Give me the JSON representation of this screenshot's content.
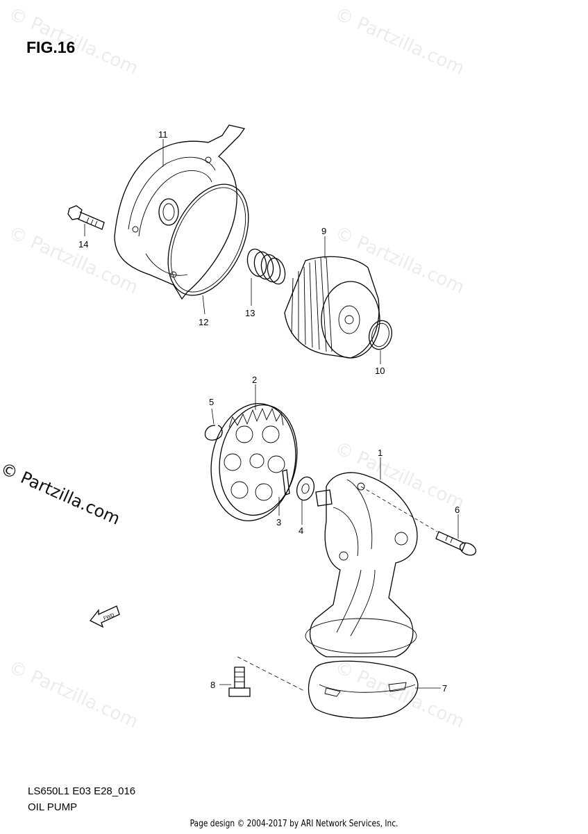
{
  "figure": {
    "title": "FIG.16",
    "code": "LS650L1 E03 E28_016",
    "name": "OIL PUMP"
  },
  "watermark": {
    "side_text": "© Partzilla.com",
    "tile_text": "© Partzilla.com"
  },
  "copyright": "Page design © 2004-2017 by ARI Network Services, Inc.",
  "fwd_arrow_label": "FWD",
  "callouts": [
    {
      "id": "1",
      "label": "1"
    },
    {
      "id": "2",
      "label": "2"
    },
    {
      "id": "3",
      "label": "3"
    },
    {
      "id": "4",
      "label": "4"
    },
    {
      "id": "5",
      "label": "5"
    },
    {
      "id": "6",
      "label": "6"
    },
    {
      "id": "7",
      "label": "7"
    },
    {
      "id": "8",
      "label": "8"
    },
    {
      "id": "9",
      "label": "9"
    },
    {
      "id": "10",
      "label": "10"
    },
    {
      "id": "11",
      "label": "11"
    },
    {
      "id": "12",
      "label": "12"
    },
    {
      "id": "13",
      "label": "13"
    },
    {
      "id": "14",
      "label": "14"
    }
  ]
}
